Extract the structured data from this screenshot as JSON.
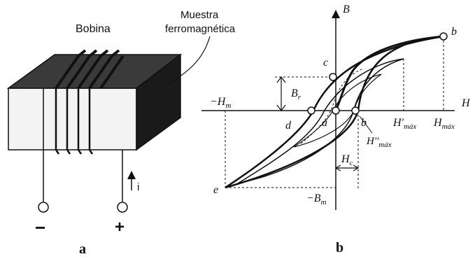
{
  "panel_a": {
    "coil_label": "Bobina",
    "sample_label_line1": "Muestra",
    "sample_label_line2": "ferromagnética",
    "current_label": "i",
    "minus_sign": "−",
    "plus_sign": "+",
    "caption": "a"
  },
  "panel_b": {
    "axis_b": "B",
    "axis_h": "H",
    "neg_hm": "−H",
    "neg_hm_sub": "m",
    "br": "B",
    "br_sub": "r",
    "point_c": "c",
    "point_a": "a",
    "point_b_top": "b",
    "point_b_axis": "b",
    "point_d": "d",
    "point_e": "e",
    "h_max_prime": "H'",
    "h_max_prime_sub": "máx",
    "h_max": "H",
    "h_max_sub": "máx",
    "h_max_dprime": "H''",
    "h_max_dprime_sub": "máx",
    "hc": "H",
    "hc_sub": "c",
    "neg_bm": "−B",
    "neg_bm_sub": "m",
    "caption": "b"
  },
  "colors": {
    "ink": "#111111",
    "block_top": "#3a3a3a",
    "block_side": "#1a1a1a",
    "block_front": "#f3f3f3"
  }
}
